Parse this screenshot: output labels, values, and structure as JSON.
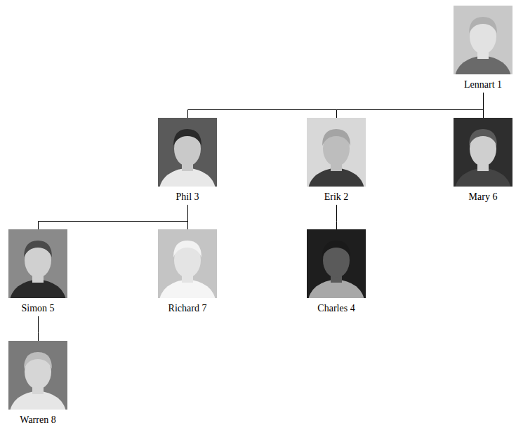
{
  "diagram": {
    "nodes": [
      {
        "text": [
          "Lennart 1"
        ]
      },
      {
        "text": [
          "Phil 3"
        ]
      },
      {
        "text": [
          "Erik 2"
        ]
      },
      {
        "text": [
          "Mary 6"
        ]
      },
      {
        "text": [
          "Simon 5"
        ]
      },
      {
        "text": [
          "Richard 7"
        ]
      },
      {
        "text": [
          "Charles 4"
        ]
      },
      {
        "text": [
          "Warren 8"
        ]
      }
    ],
    "edges": [
      {
        "from": 0,
        "to": 1,
        "arrow": "none"
      },
      {
        "from": 0,
        "to": 2,
        "arrow": "none"
      },
      {
        "from": 0,
        "to": 3,
        "arrow": "none"
      },
      {
        "from": 1,
        "to": 4,
        "arrow": "none"
      },
      {
        "from": 1,
        "to": 5,
        "arrow": "none"
      },
      {
        "from": 2,
        "to": 6,
        "arrow": "none"
      },
      {
        "from": 4,
        "to": 7,
        "arrow": "none"
      }
    ]
  }
}
